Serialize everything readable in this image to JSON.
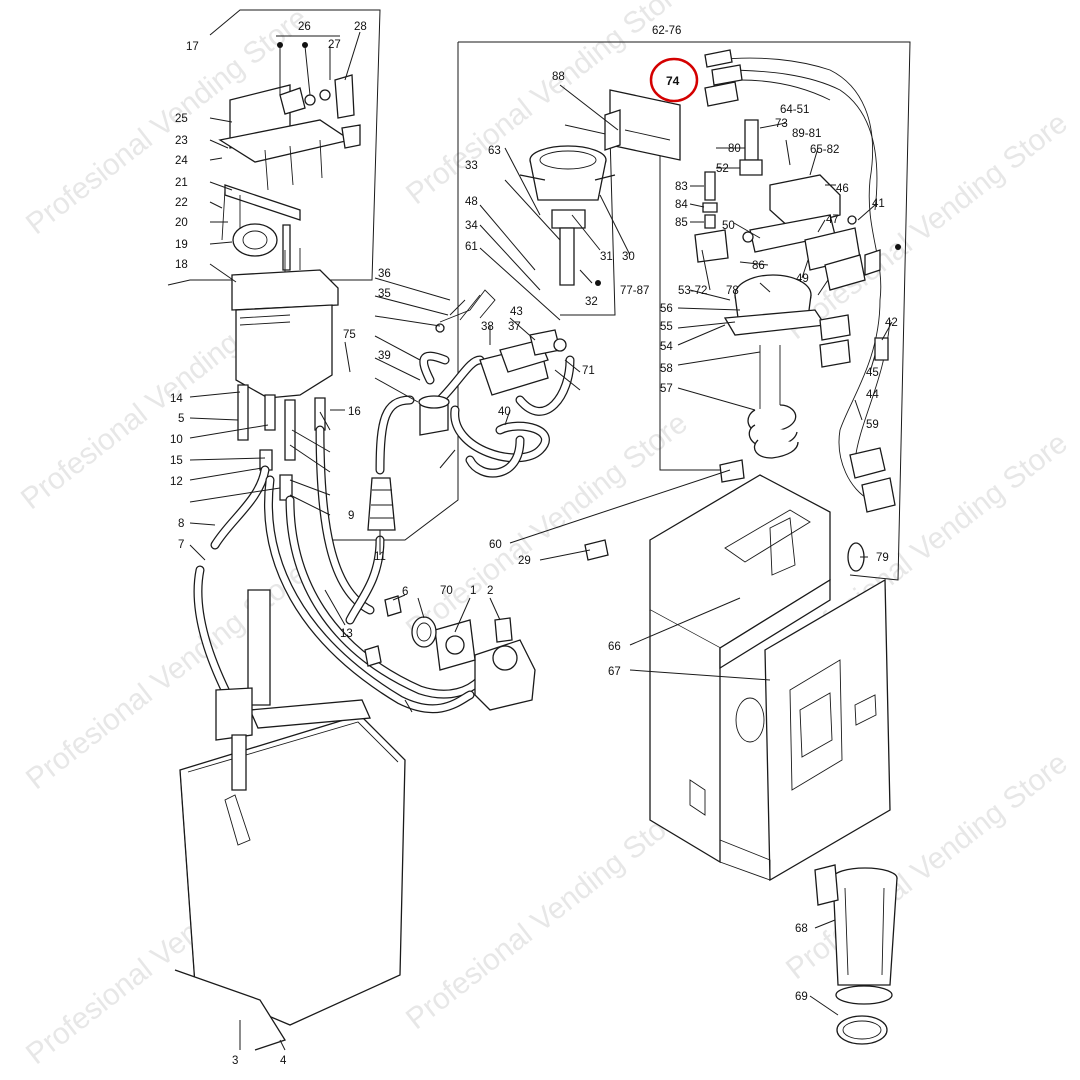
{
  "watermark": "Profesional Vending Store",
  "highlight": {
    "label": "74",
    "color": "#d40000"
  },
  "group_labels": [
    "17",
    "62-76",
    "77-87",
    "53-72",
    "64-51",
    "89-81",
    "65-82"
  ],
  "callouts": [
    "1",
    "2",
    "3",
    "4",
    "5",
    "6",
    "7",
    "8",
    "9",
    "10",
    "11",
    "12",
    "13",
    "14",
    "15",
    "16",
    "18",
    "19",
    "20",
    "21",
    "22",
    "23",
    "24",
    "25",
    "26",
    "27",
    "28",
    "29",
    "30",
    "31",
    "32",
    "33",
    "34",
    "35",
    "36",
    "37",
    "38",
    "39",
    "40",
    "41",
    "42",
    "43",
    "44",
    "45",
    "46",
    "47",
    "48",
    "49",
    "50",
    "52",
    "54",
    "55",
    "56",
    "57",
    "58",
    "59",
    "60",
    "61",
    "63",
    "66",
    "67",
    "68",
    "69",
    "70",
    "71",
    "73",
    "75",
    "78",
    "79",
    "80",
    "83",
    "84",
    "85",
    "86",
    "88"
  ]
}
